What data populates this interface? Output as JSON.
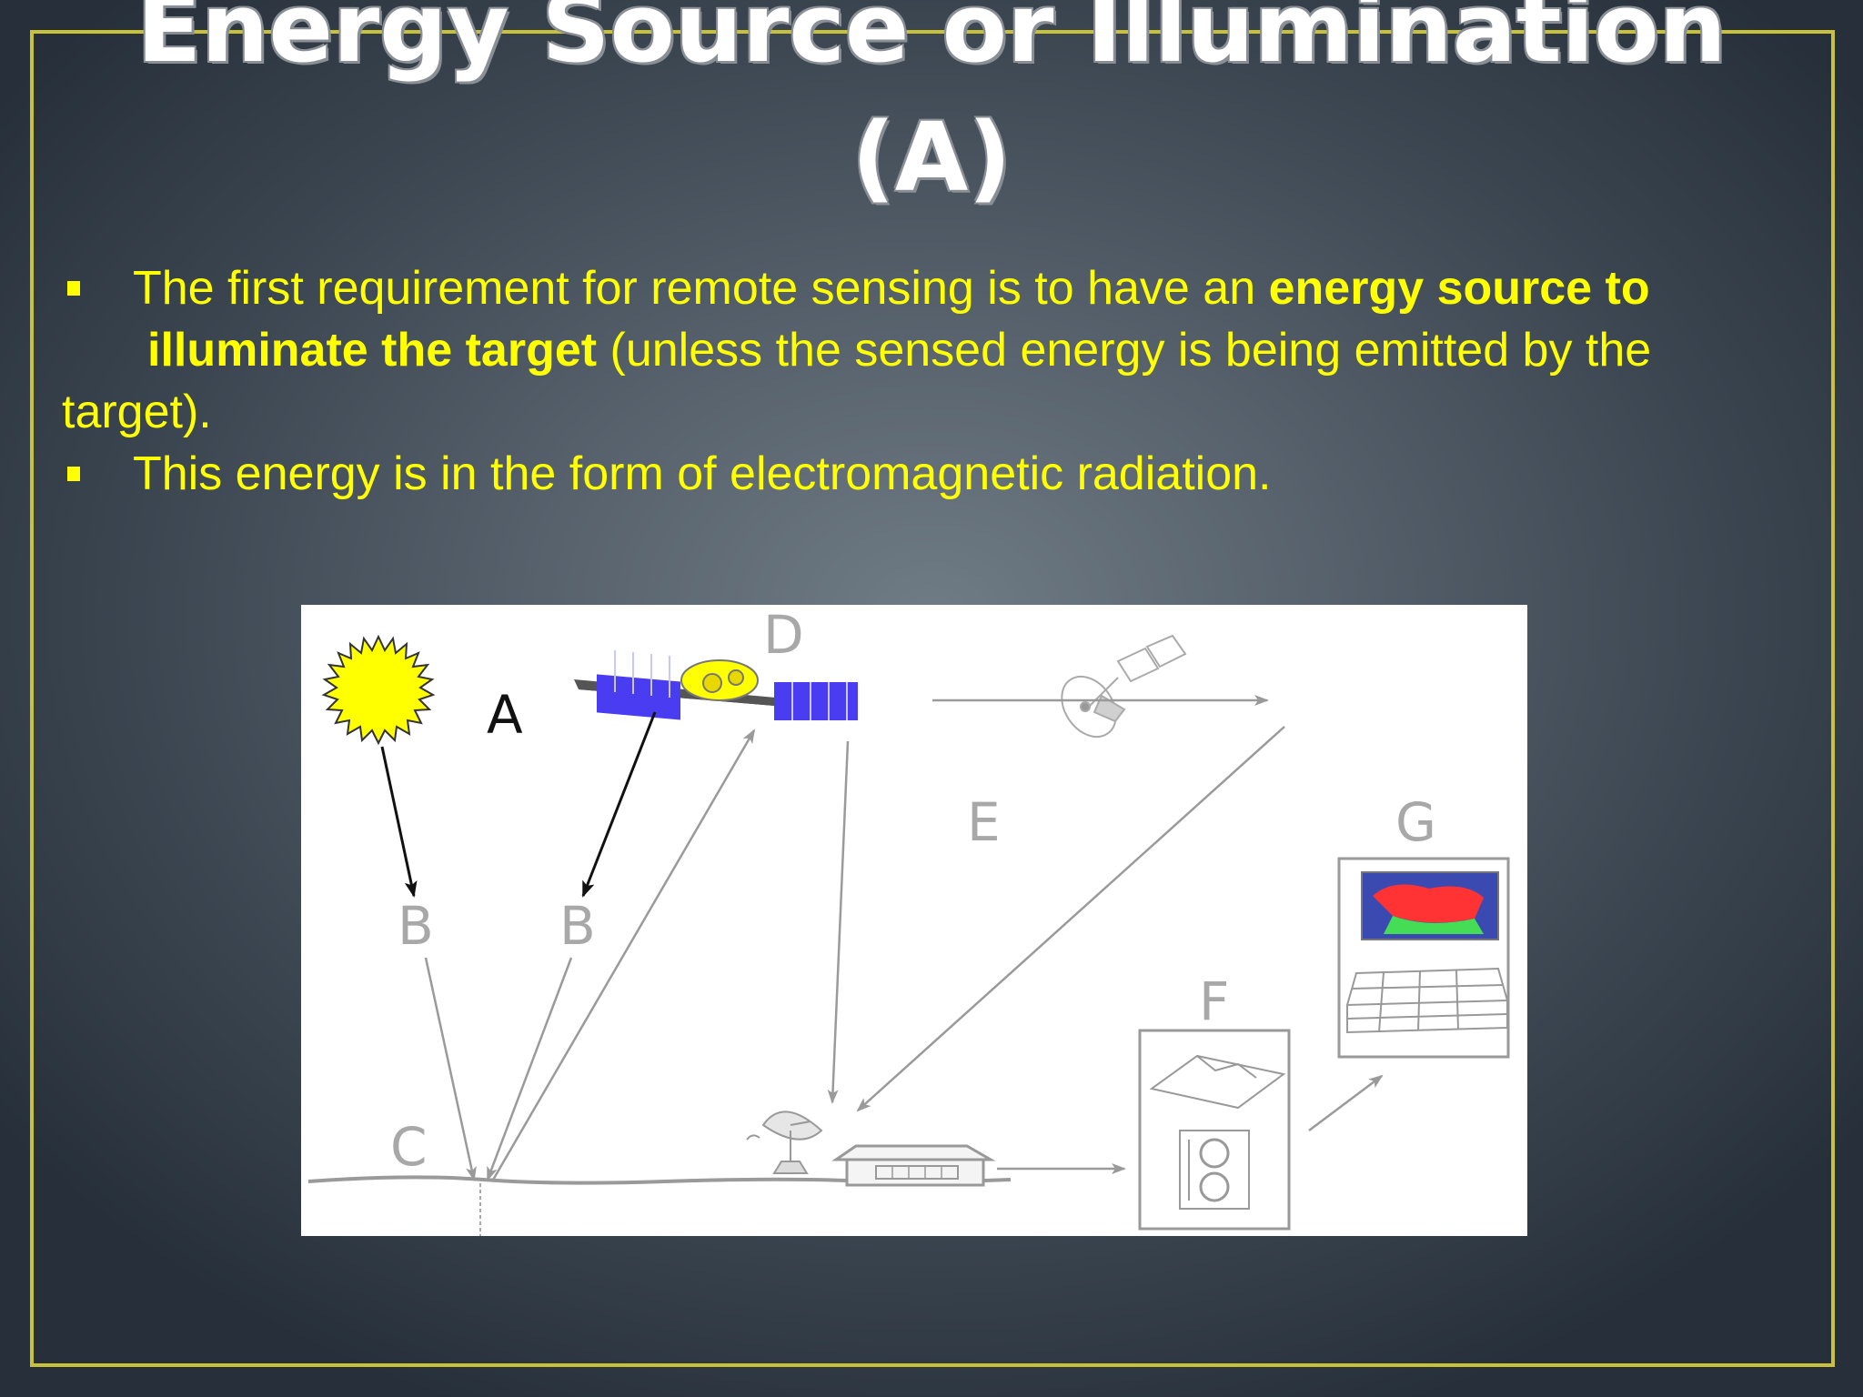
{
  "slide": {
    "title_line1": "Energy Source or Illumination",
    "title_line2": "(A)"
  },
  "bullets": [
    {
      "text_a": "The first requirement for remote sensing is to have an ",
      "bold_a": "energy source to",
      "bold_b": "illuminate the target",
      "text_b": " (unless the sensed energy is being emitted by the",
      "text_c": "target)."
    },
    {
      "text": "This energy is in the form of electromagnetic radiation."
    }
  ],
  "diagram": {
    "labels": {
      "a": "A",
      "b1": "B",
      "b2": "B",
      "c": "C",
      "d": "D",
      "e": "E",
      "f": "F",
      "g": "G"
    },
    "icons": [
      "sun-icon",
      "satellite-icon",
      "relay-satellite-icon",
      "receiving-dish-icon",
      "ground-station-icon",
      "processing-unit-icon",
      "image-display-icon"
    ],
    "colors": {
      "sun": "#ffff00",
      "solar_panel": "#4a3cf0",
      "frame": "#c8c23a",
      "text": "#ffff00"
    }
  }
}
